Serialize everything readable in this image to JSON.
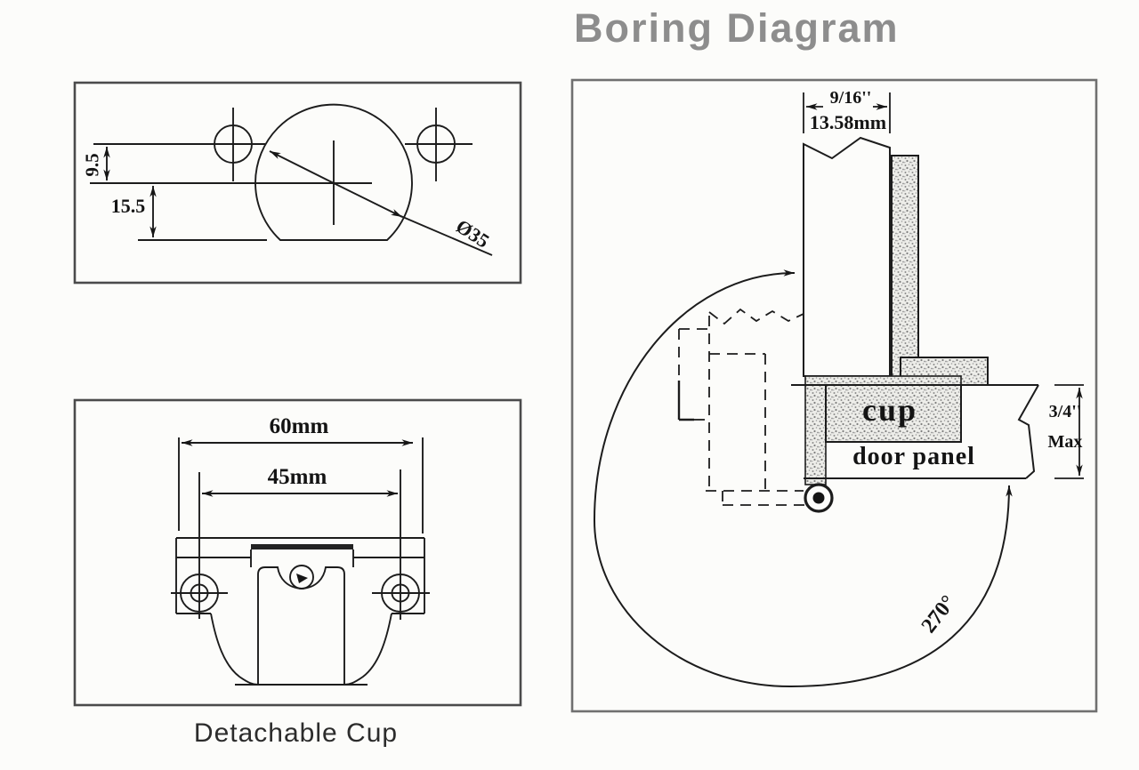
{
  "title": "Boring Diagram",
  "plate_top_view": {
    "dim_hole_offset": "9.5",
    "dim_edge_offset": "15.5",
    "dim_cup_diameter": "Ø35"
  },
  "cup_front_view": {
    "dim_plate_width": "60mm",
    "dim_hole_spacing": "45mm",
    "caption": "Detachable Cup"
  },
  "boring_section_view": {
    "dim_panel_inch": "9/16''",
    "dim_panel_mm": "13.58mm",
    "cup_label": "cup",
    "door_panel_label": "door panel",
    "dim_depth": "3/4''",
    "dim_depth_qualifier": "Max",
    "swing_angle": "270°"
  },
  "colors": {
    "title_gray": "#8d8d8d",
    "line_black": "#1c1c1c",
    "frame_gray": "#4b4b4b",
    "section_frame_gray": "#707070",
    "stipple_bg": "#edede9"
  }
}
